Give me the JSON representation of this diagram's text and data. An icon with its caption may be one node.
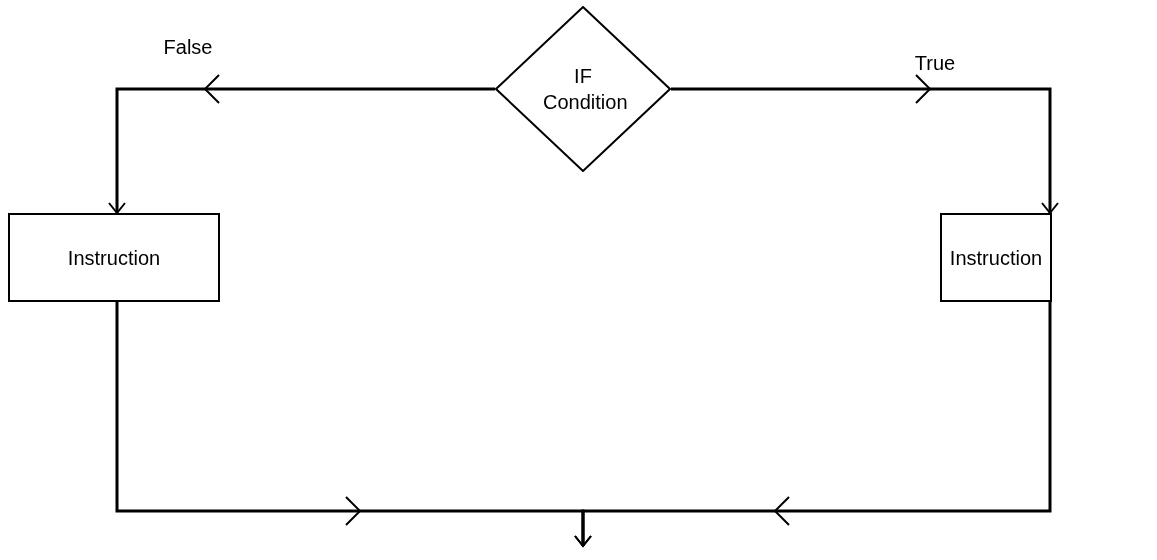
{
  "diagram": {
    "nodes": [
      {
        "text": [
          "IF Condition"
        ]
      },
      {
        "text": [
          "Instruction"
        ]
      },
      {
        "text": [
          "Instruction"
        ]
      }
    ],
    "edges": [
      {
        "from": 0,
        "to": 1,
        "arrow": "to",
        "label": "False"
      },
      {
        "from": 0,
        "to": 2,
        "arrow": "to",
        "label": "True"
      },
      {
        "from": 1,
        "to": null,
        "arrow": "to"
      },
      {
        "from": 2,
        "to": null,
        "arrow": "to"
      }
    ]
  }
}
